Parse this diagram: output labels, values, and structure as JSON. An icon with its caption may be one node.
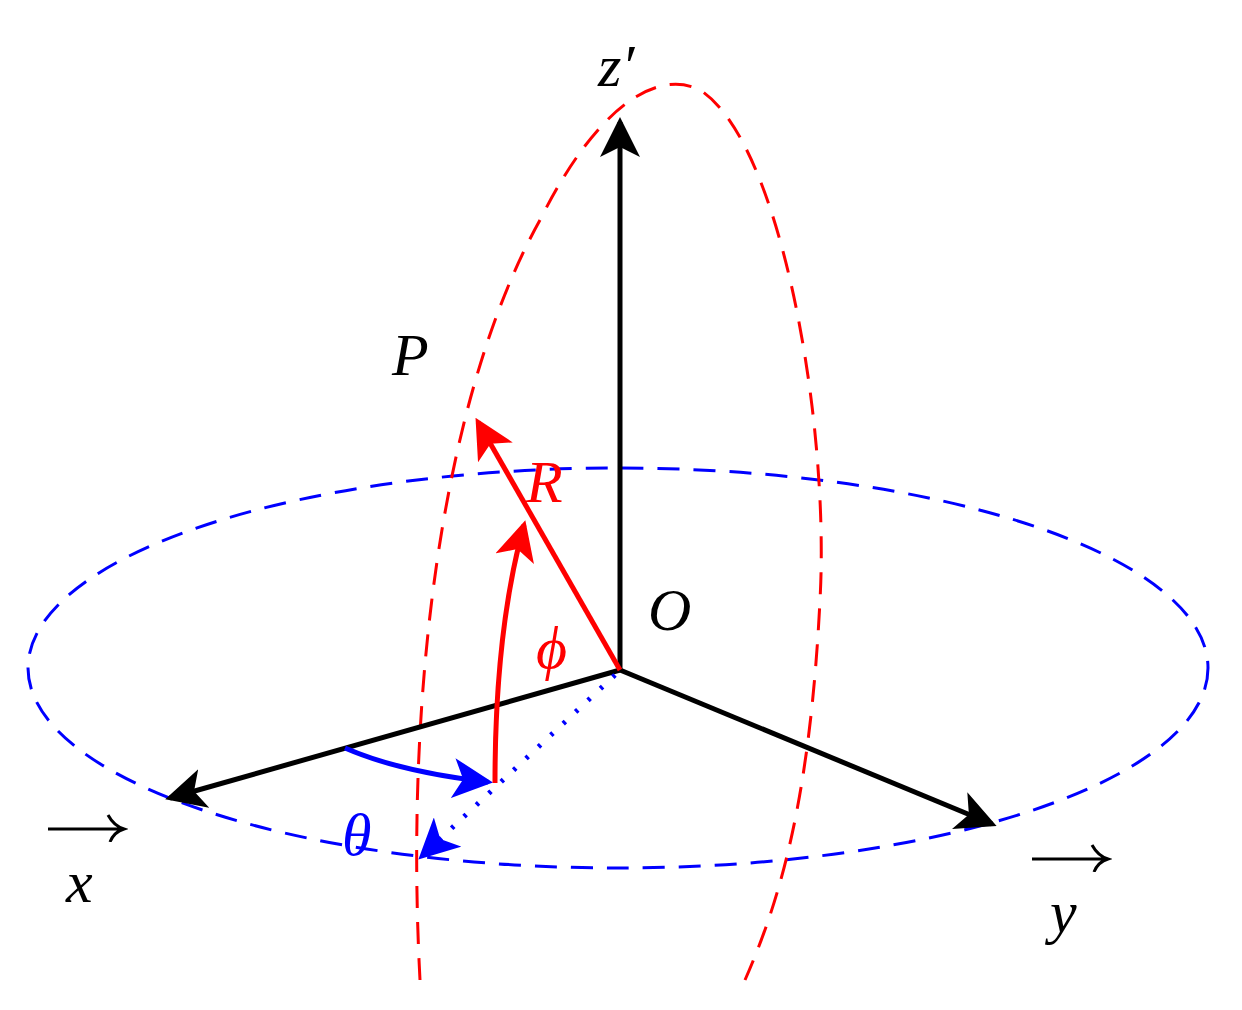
{
  "diagram": {
    "labels": [
      "z′",
      "P",
      "R",
      "O",
      "ϕ",
      "θ",
      "x",
      "y"
    ]
  }
}
